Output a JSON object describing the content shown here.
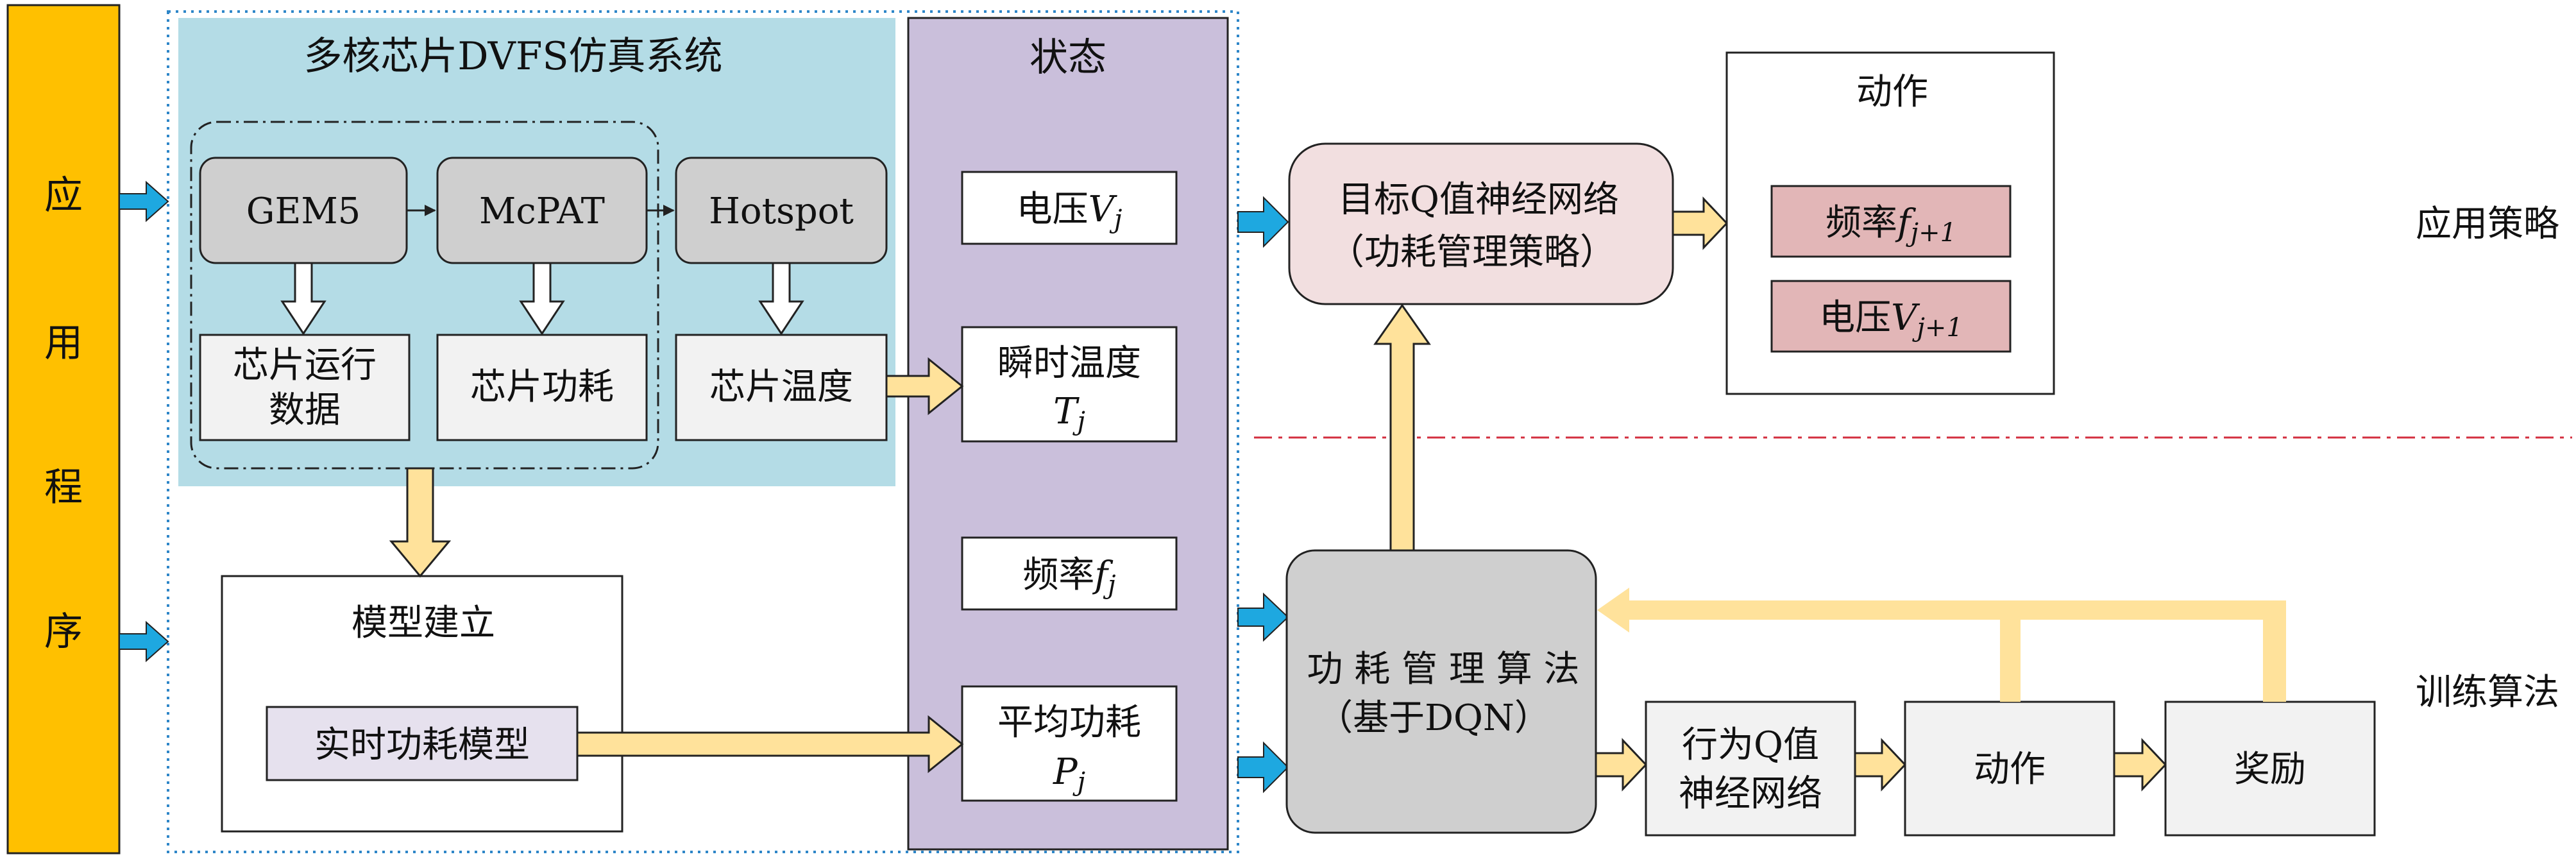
{
  "app_bar": {
    "chars": [
      "应",
      "用",
      "程",
      "序"
    ]
  },
  "sim": {
    "title": "多核芯片DVFS仿真系统",
    "tools": [
      "GEM5",
      "McPAT",
      "Hotspot"
    ],
    "outputs": [
      "芯片运行",
      "数据",
      "芯片功耗",
      "芯片温度"
    ]
  },
  "model": {
    "title": "模型建立",
    "realtime": "实时功耗模型"
  },
  "state": {
    "title": "状态",
    "voltage": "电压",
    "temp": "瞬时温度",
    "freq": "频率",
    "power": "平均功耗",
    "sym_V": "V",
    "sym_T": "T",
    "sym_f": "f",
    "sym_P": "P",
    "sub_j": "j",
    "sub_j1": "j+1"
  },
  "target_net": {
    "line1": "目标Q值神经网络",
    "line2": "（功耗管理策略）"
  },
  "action_box": {
    "title": "动作",
    "freq": "频率",
    "voltage": "电压"
  },
  "algo": {
    "line1": "功 耗 管 理 算 法",
    "line2": "（基于DQN）"
  },
  "behavior_net": {
    "line1": "行为Q值",
    "line2": "神经网络"
  },
  "train_action": "动作",
  "reward": "奖励",
  "side_labels": {
    "apply": "应用策略",
    "train": "训练算法"
  },
  "colors": {
    "app_bar": "#FFC000",
    "sim_bg": "#B4DCE6",
    "gray_box": "#CFCFCF",
    "state_bg": "#CABFDB",
    "pink": "#F2DFE0",
    "pink_dark": "#E2B6B7",
    "arrow_yellow": "#FFE29B",
    "arrow_blue": "#1EA8E0",
    "dash_red": "#D32F3F"
  }
}
